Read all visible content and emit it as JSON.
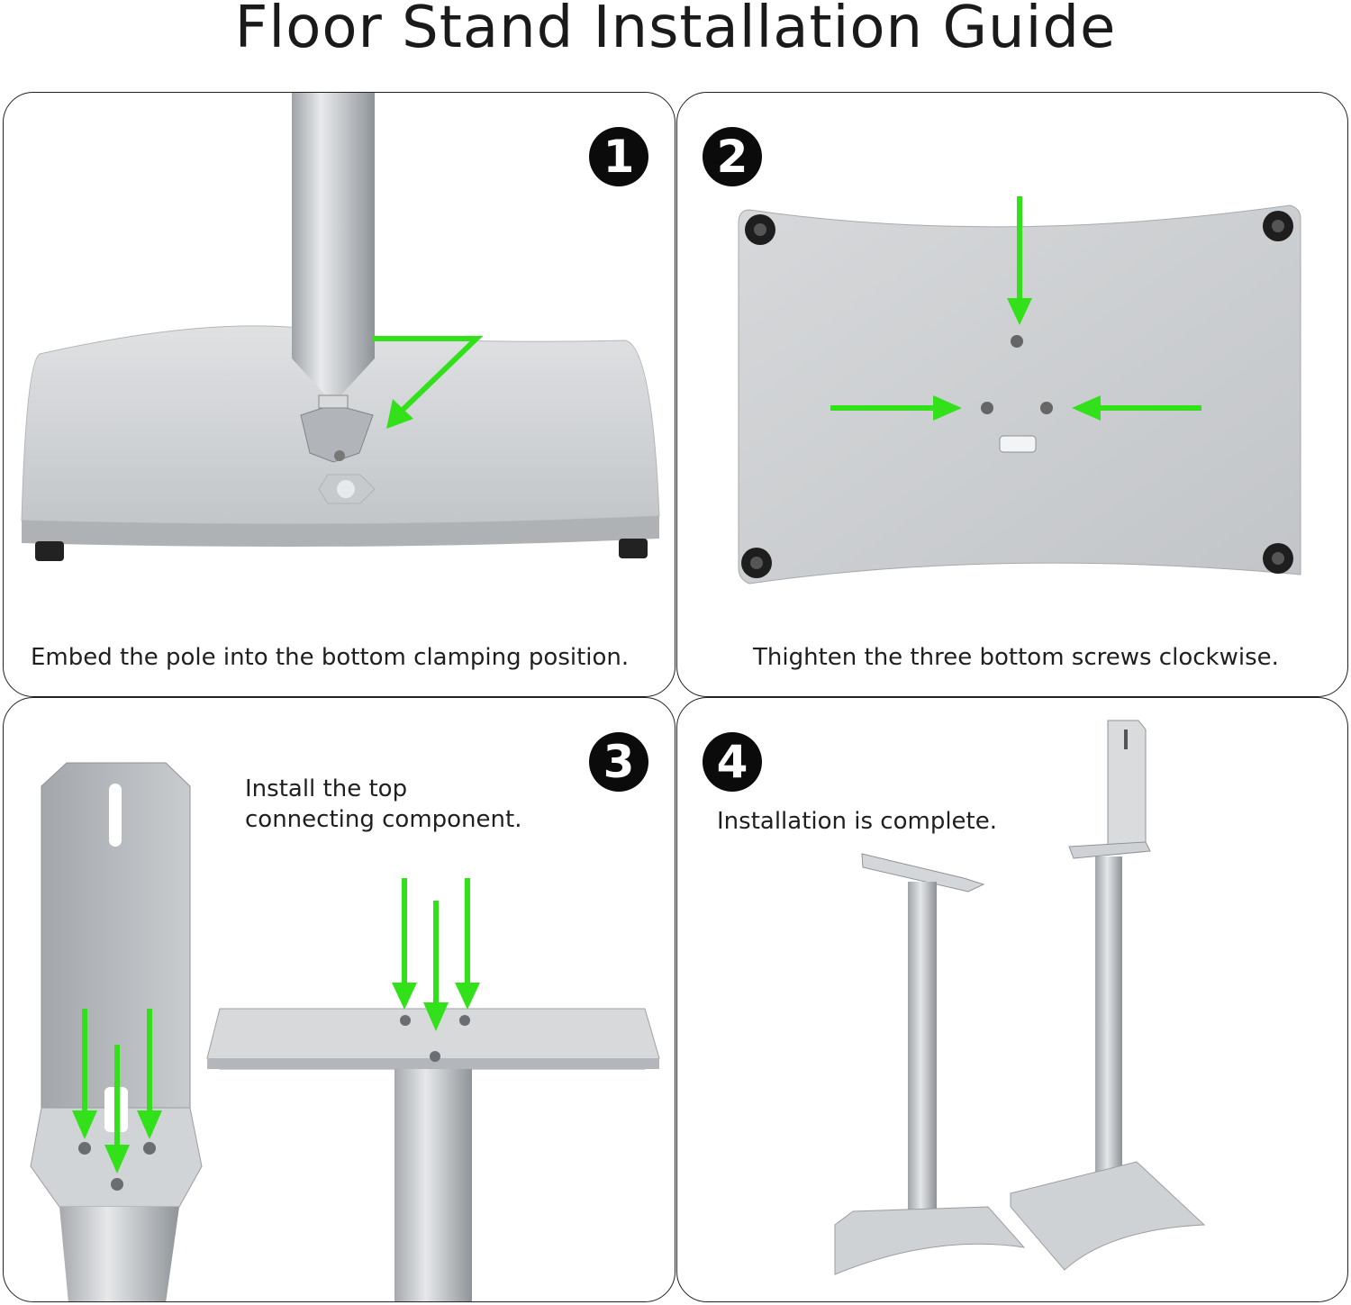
{
  "title": "Floor Stand Installation Guide",
  "steps": [
    {
      "number": "1",
      "caption": "Embed the pole into the bottom clamping position."
    },
    {
      "number": "2",
      "caption": "Thighten the three bottom screws clockwise."
    },
    {
      "number": "3",
      "caption_line1": "Install the top",
      "caption_line2": "connecting component."
    },
    {
      "number": "4",
      "caption": "Installation is complete."
    }
  ],
  "colors": {
    "arrow": "#33e11b",
    "metal": "#c9cccf",
    "border": "#222222",
    "badge": "#0b0b0b"
  }
}
